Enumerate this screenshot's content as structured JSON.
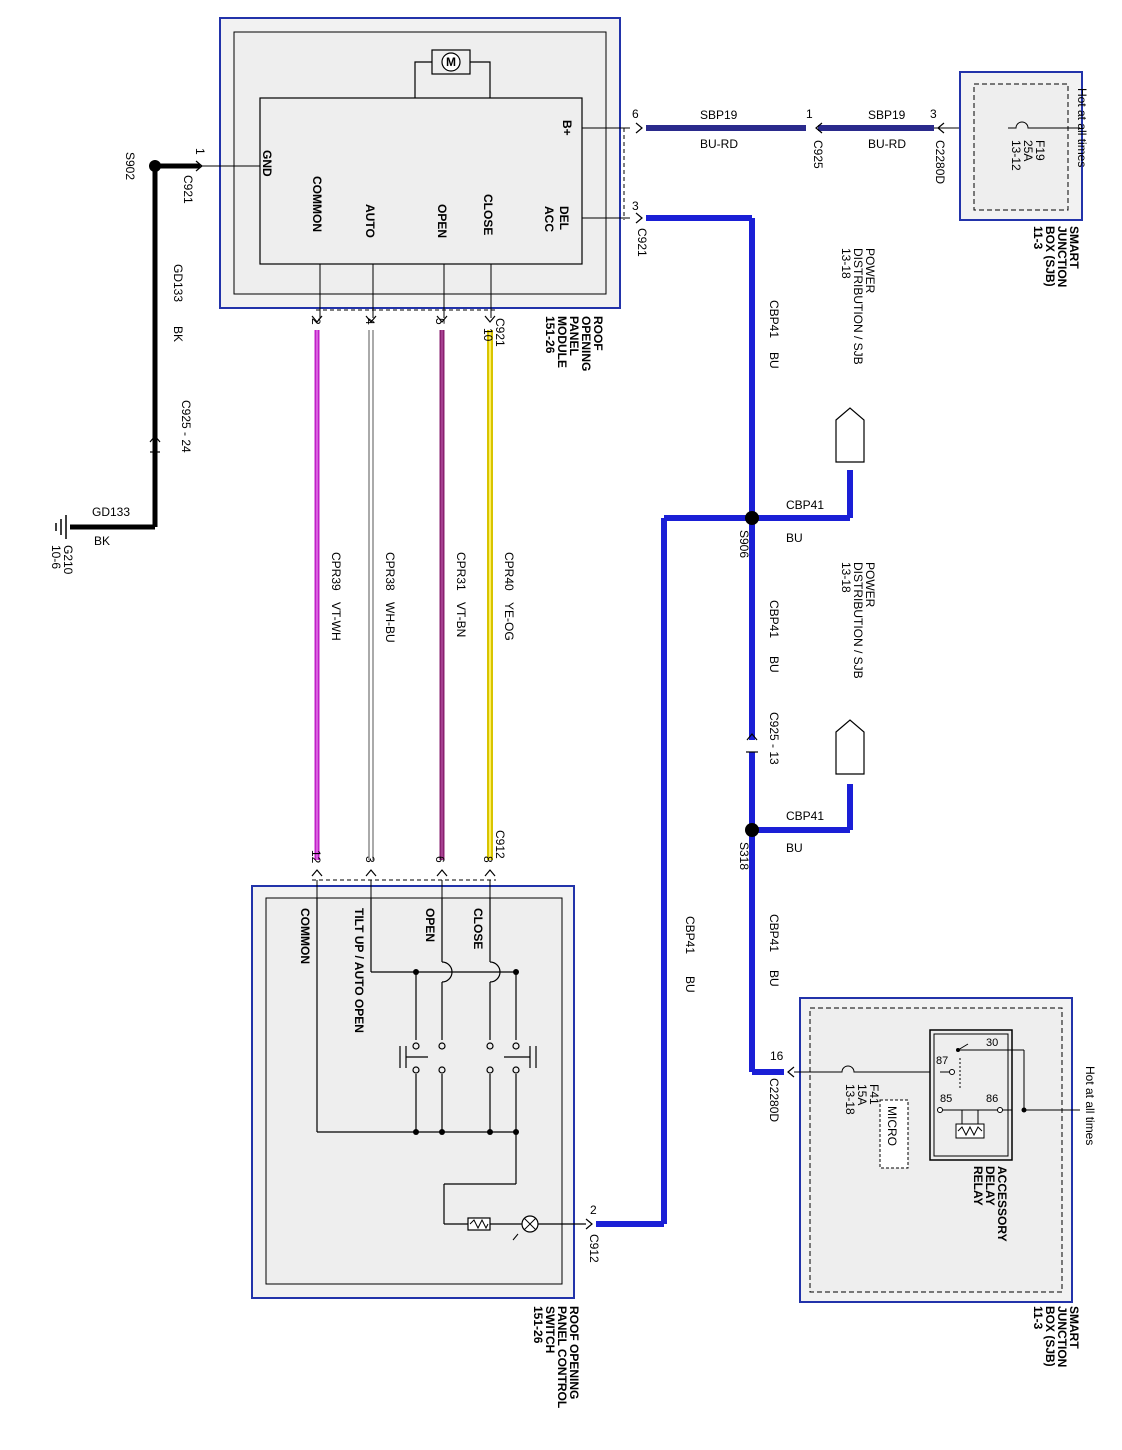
{
  "modules": {
    "roof_module": {
      "title": [
        "ROOF",
        "OPENING",
        "PANEL",
        "MODULE",
        "151-26"
      ],
      "pins": {
        "gnd": "GND",
        "common": "COMMON",
        "auto": "AUTO",
        "open": "OPEN",
        "close": "CLOSE",
        "bplus": "B+",
        "del": "DEL",
        "acc": "ACC"
      },
      "motor": "M"
    },
    "control_switch": {
      "title": [
        "ROOF OPENING",
        "PANEL CONTROL",
        "SWITCH",
        "151-26"
      ],
      "pins": {
        "common": "COMMON",
        "tilt": "TILT UP / AUTO OPEN",
        "open": "OPEN",
        "close": "CLOSE"
      }
    },
    "sjb_top": {
      "title": [
        "SMART",
        "JUNCTION",
        "BOX (SJB)",
        "11-3"
      ],
      "hot": "Hot at all times",
      "fuse": [
        "F19",
        "25A",
        "13-12"
      ]
    },
    "sjb_bottom": {
      "title": [
        "SMART",
        "JUNCTION",
        "BOX (SJB)",
        "11-3"
      ],
      "hot": "Hot at all times",
      "fuse": [
        "F41",
        "15A",
        "13-18"
      ],
      "relay": [
        "ACCESSORY",
        "DELAY",
        "RELAY"
      ],
      "relay_pins": [
        "30",
        "87",
        "85",
        "86"
      ],
      "micro": "MICRO"
    }
  },
  "connectors": {
    "c921": "C921",
    "c925": "C925",
    "c2280d": "C2280D",
    "c912": "C912",
    "c925_24": "C925 - 24",
    "c925_13": "C925 - 13",
    "s902": "S902",
    "s906": "S906",
    "s318": "S318",
    "g210": [
      "G210",
      "10-6"
    ]
  },
  "pin_numbers": {
    "c921_gnd": "1",
    "c921_bplus": "6",
    "c925_bplus": "1",
    "c2280d_top": "3",
    "c921_del": "3",
    "c921_common": "2",
    "c921_auto": "4",
    "c921_open": "5",
    "c921_close": "10",
    "c912_common": "12",
    "c912_tilt": "3",
    "c912_open": "6",
    "c912_close": "8",
    "c912_lamp": "2",
    "c2280d_bottom": "16"
  },
  "wires": {
    "sbp19": "SBP19",
    "bu_rd": "BU-RD",
    "cbp41": "CBP41",
    "bu": "BU",
    "gd133": "GD133",
    "bk": "BK",
    "cpr39": "CPR39",
    "vt_wh": "VT-WH",
    "cpr38": "CPR38",
    "wh_bu": "WH-BU",
    "cpr31": "CPR31",
    "vt_bn": "VT-BN",
    "cpr40": "CPR40",
    "ye_og": "YE-OG"
  },
  "power_distribution": [
    "POWER",
    "DISTRIBUTION / SJB",
    "13-18"
  ],
  "colors": {
    "blue_wire": "#1a1fd6",
    "navy_wire": "#2a2a8c",
    "black_wire": "#000000",
    "violet_wire": "#c020c8",
    "violet_brown_wire": "#8a2070",
    "yellow_wire": "#e8d400",
    "module_border": "#2233aa",
    "module_fill": "#eeeeee"
  }
}
